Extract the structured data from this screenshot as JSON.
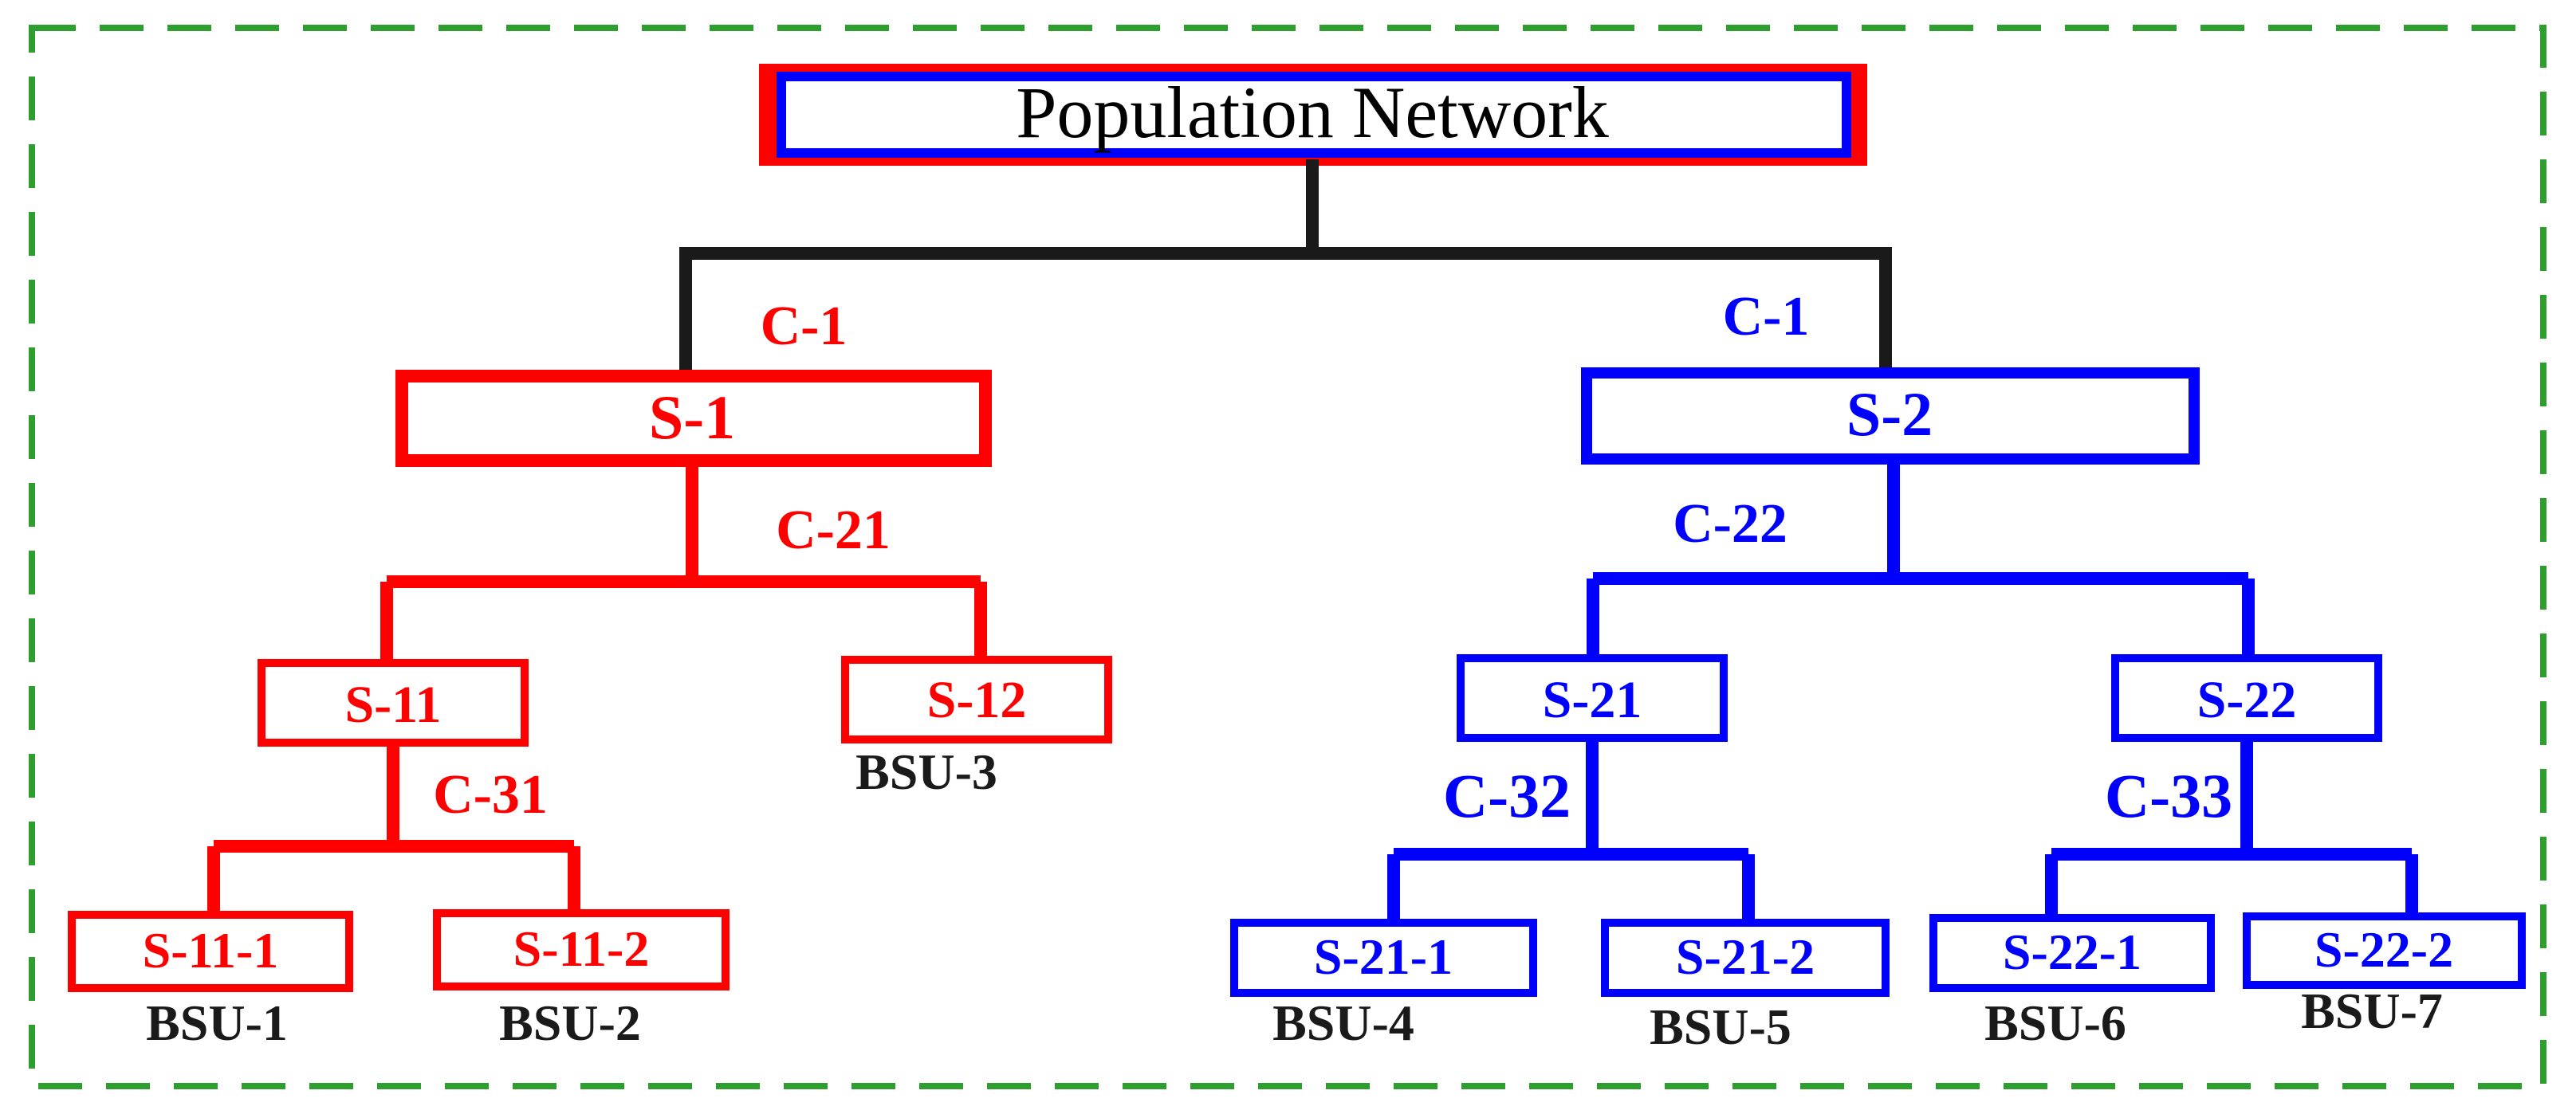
{
  "colors": {
    "red": "#ff0000",
    "blue": "#0000ff",
    "black": "#1a1a1a",
    "border_green": "#2e9e2e"
  },
  "root": {
    "label": "Population Network"
  },
  "branches": [
    {
      "color": "red",
      "connector": "C-1",
      "node": "S-1",
      "sub_connector": "C-21",
      "children": [
        {
          "node": "S-11",
          "connector": "C-31",
          "children": [
            {
              "node": "S-11-1",
              "bsu": "BSU-1"
            },
            {
              "node": "S-11-2",
              "bsu": "BSU-2"
            }
          ]
        },
        {
          "node": "S-12",
          "bsu": "BSU-3"
        }
      ]
    },
    {
      "color": "blue",
      "connector": "C-1",
      "node": "S-2",
      "sub_connector": "C-22",
      "children": [
        {
          "node": "S-21",
          "connector": "C-32",
          "children": [
            {
              "node": "S-21-1",
              "bsu": "BSU-4"
            },
            {
              "node": "S-21-2",
              "bsu": "BSU-5"
            }
          ]
        },
        {
          "node": "S-22",
          "connector": "C-33",
          "children": [
            {
              "node": "S-22-1",
              "bsu": "BSU-6"
            },
            {
              "node": "S-22-2",
              "bsu": "BSU-7"
            }
          ]
        }
      ]
    }
  ]
}
